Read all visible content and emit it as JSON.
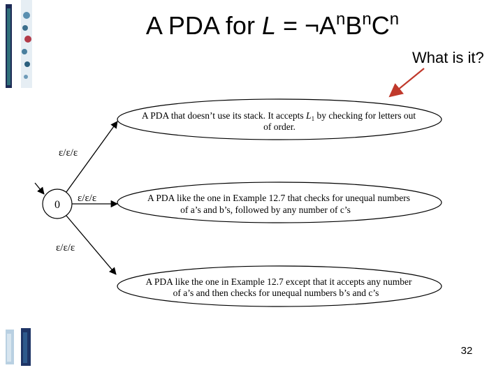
{
  "slide": {
    "title_prefix": "A PDA for ",
    "title_var": "L",
    "title_eq": " = ",
    "title_neg": "¬",
    "title_a": "A",
    "title_b": "B",
    "title_c": "C",
    "title_exp": "n",
    "question": "What is it?",
    "page_number": "32",
    "accent_color": "#c0392b"
  },
  "diagram": {
    "start_state": "0",
    "edge_labels": [
      "ε/ε/ε",
      "ε/ε/ε",
      "ε/ε/ε"
    ],
    "branches": [
      {
        "line1_pre": "A PDA that doesn’t use its stack.  It accepts ",
        "line1_var": "L",
        "line1_sub": "1",
        "line1_post": " by checking for letters out",
        "line2": "of order."
      },
      {
        "line1": "A PDA like the one in Example 12.7 that checks for unequal numbers",
        "line2": "of a’s and b’s, followed by any number of c’s"
      },
      {
        "line1": "A PDA like the one in Example 12.7 except that it accepts any number",
        "line2": "of a’s and then checks for unequal numbers b’s and c’s"
      }
    ]
  }
}
